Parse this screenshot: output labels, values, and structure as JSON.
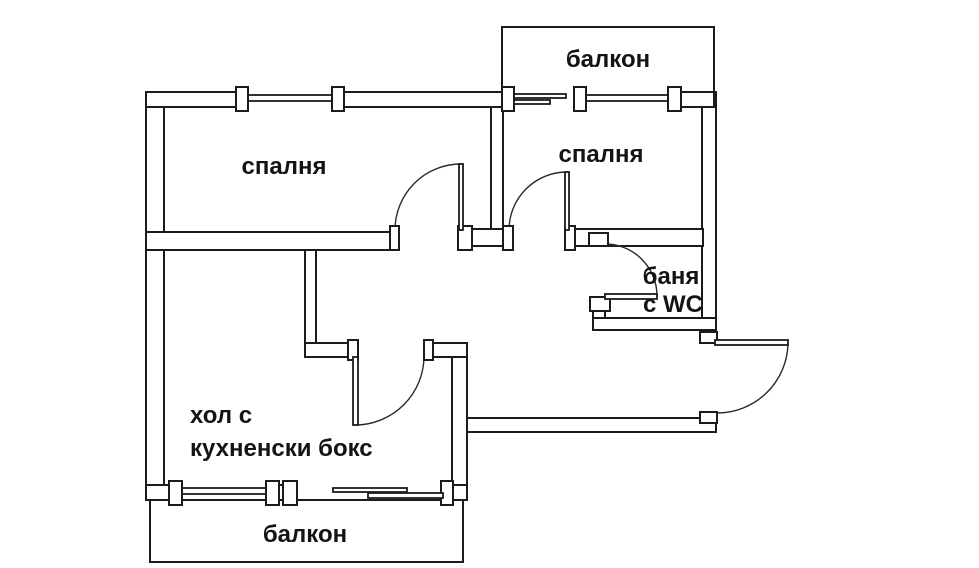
{
  "page": {
    "background": "#ffffff",
    "line_color": "#1c1c1c"
  },
  "floor_plan": {
    "labels": {
      "balcony_top": "балкон",
      "bedroom_left": "спалня",
      "bedroom_right": "спалня",
      "bathroom_line1": "баня",
      "bathroom_line2": "с WC",
      "living_line1": "хол с",
      "living_line2": "кухненски бокс",
      "balcony_bottom": "балкон"
    }
  }
}
